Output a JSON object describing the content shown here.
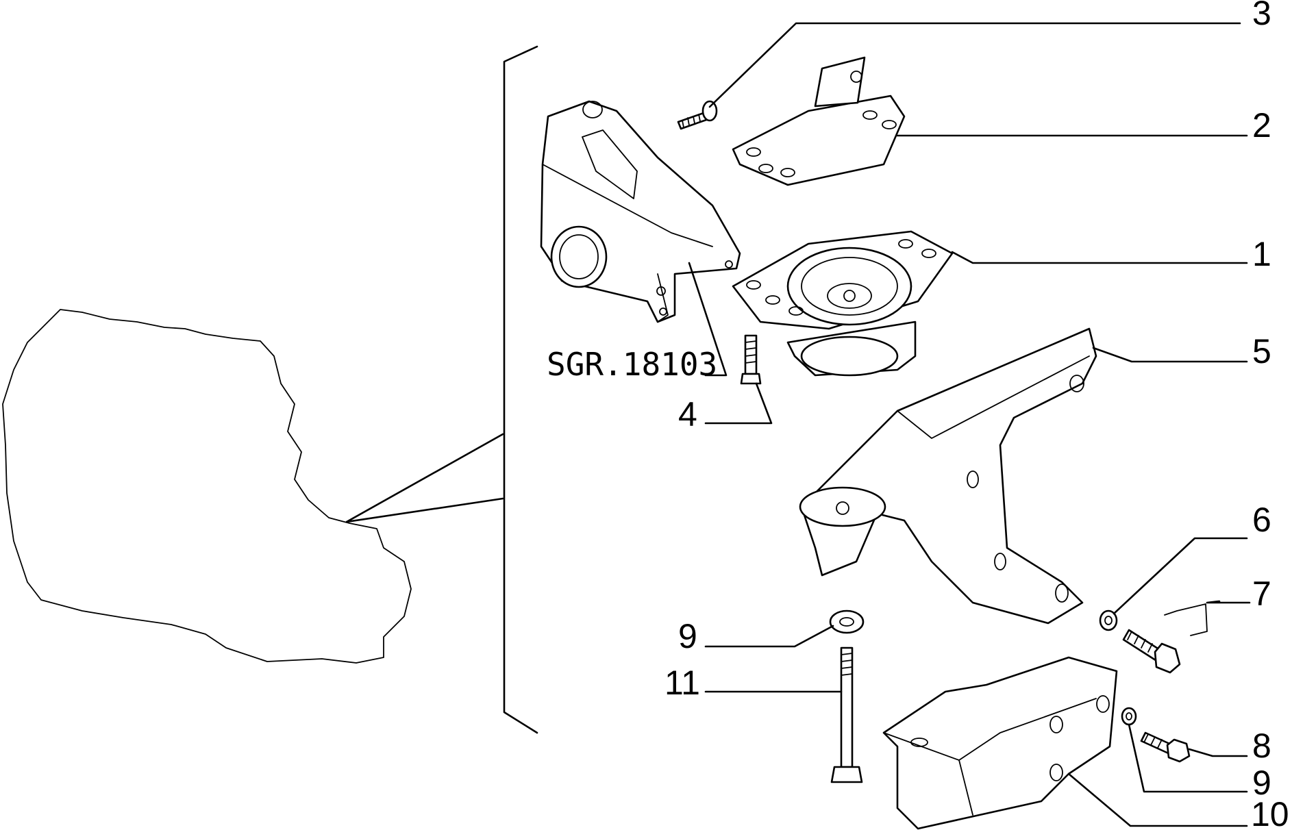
{
  "diagram": {
    "reference_code": "SGR.18103",
    "callouts": [
      {
        "id": "c3",
        "label": "3"
      },
      {
        "id": "c2",
        "label": "2"
      },
      {
        "id": "c1",
        "label": "1"
      },
      {
        "id": "c5",
        "label": "5"
      },
      {
        "id": "c4",
        "label": "4"
      },
      {
        "id": "c6",
        "label": "6"
      },
      {
        "id": "c7",
        "label": "7"
      },
      {
        "id": "c9a",
        "label": "9"
      },
      {
        "id": "c11",
        "label": "11"
      },
      {
        "id": "c8",
        "label": "8"
      },
      {
        "id": "c9b",
        "label": "9"
      },
      {
        "id": "c10",
        "label": "10"
      }
    ]
  }
}
